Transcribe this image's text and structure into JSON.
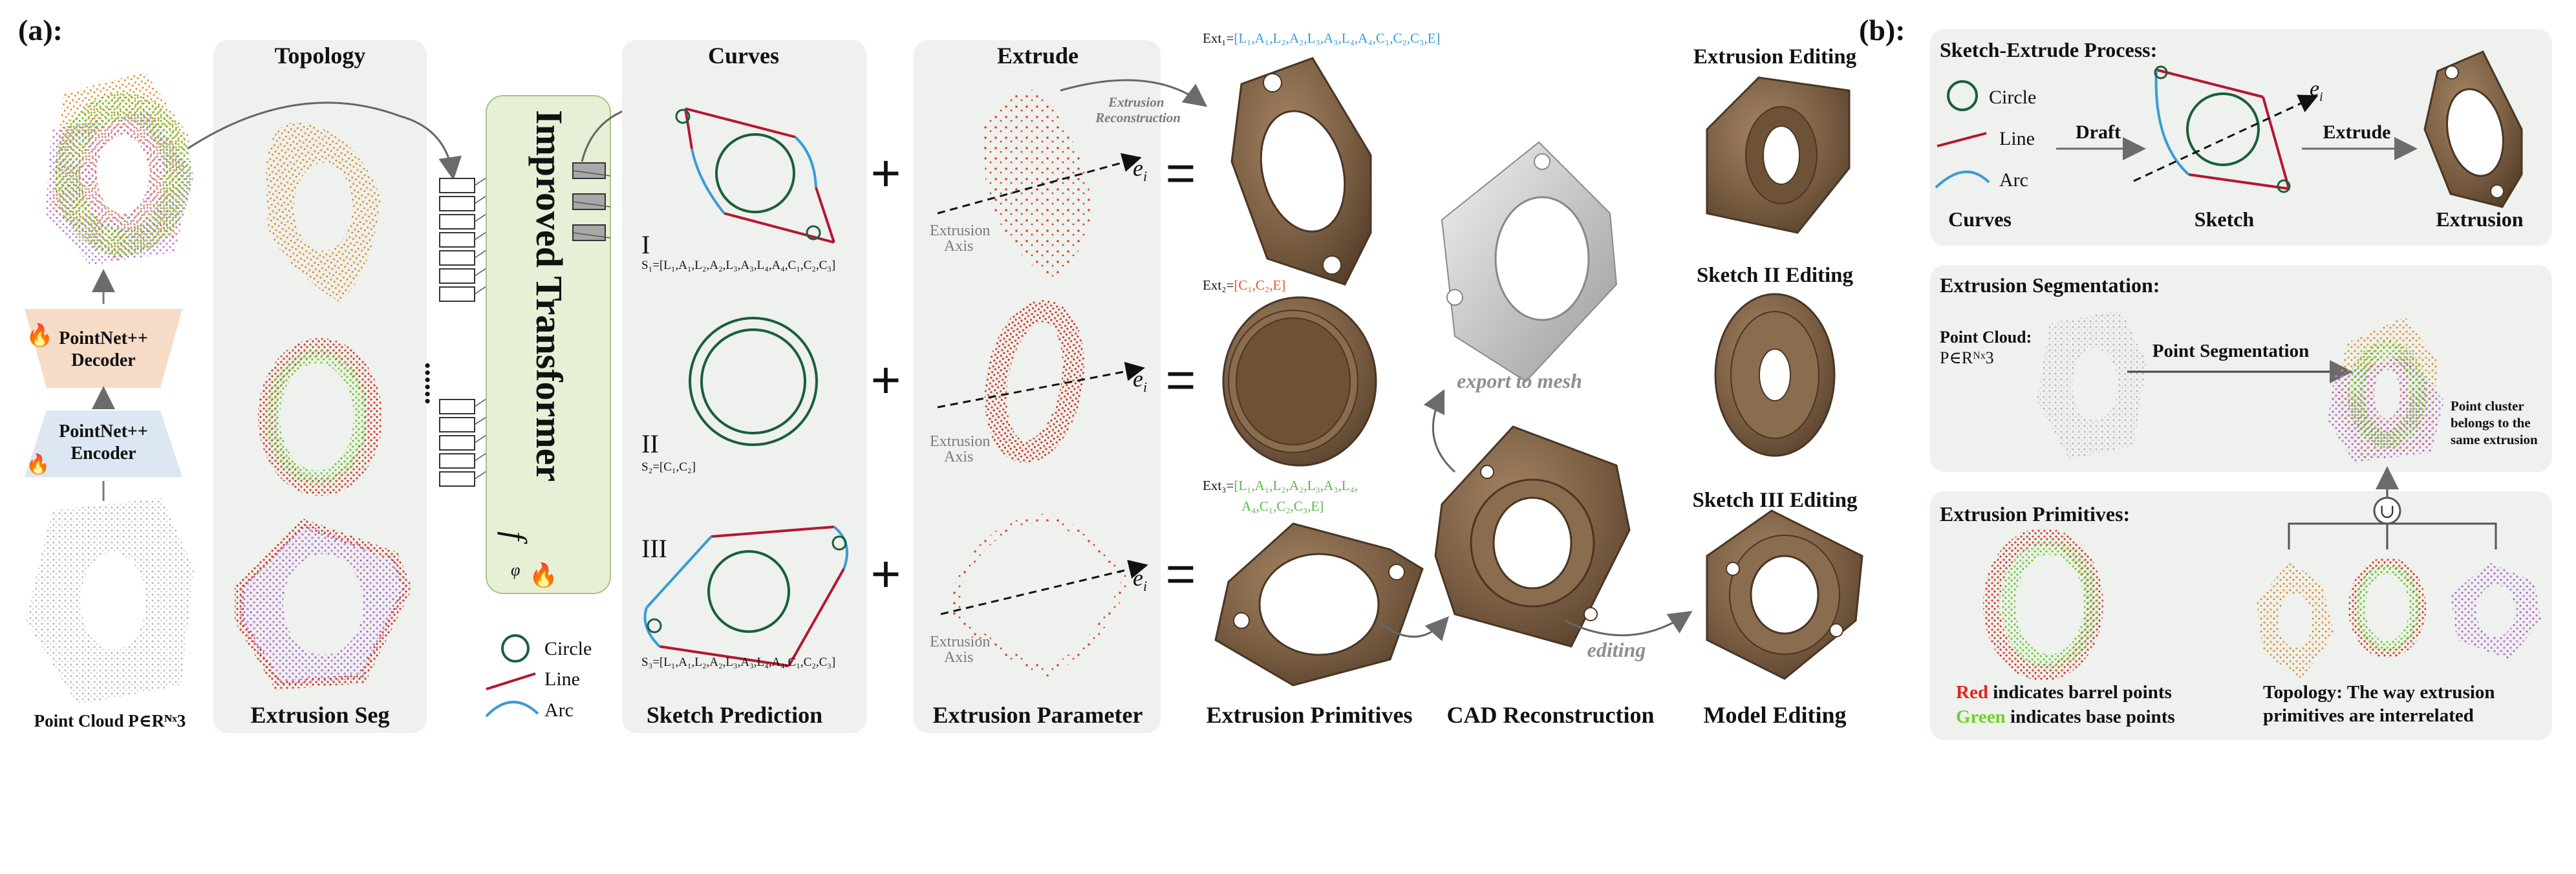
{
  "panel_a": {
    "label": "(a):",
    "point_cloud_caption": "Point Cloud P∈Rᴺˣ3",
    "decoder_title": "PointNet++",
    "decoder_subtitle": "Decoder",
    "encoder_title": "PointNet++",
    "encoder_subtitle": "Encoder",
    "topology_title": "Topology",
    "extrusion_seg_title": "Extrusion Seg",
    "transformer_title": "Improved Transformer",
    "transformer_symbol": "f",
    "transformer_sub": "φ",
    "legend": [
      {
        "label": "Circle",
        "color": "#1a5f3a"
      },
      {
        "label": "Line",
        "color": "#b5172f"
      },
      {
        "label": "Arc",
        "color": "#3a9bd6"
      }
    ],
    "curves_title": "Curves",
    "sketch_prediction_title": "Sketch Prediction",
    "sketches": [
      {
        "numeral": "I",
        "formula": "S₁=[L₁,A₁,L₂,A₂,L₃,A₃,L₄,A₄,C₁,C₂,C₃]"
      },
      {
        "numeral": "II",
        "formula": "S₂=[C₁,C₂]"
      },
      {
        "numeral": "III",
        "formula": "S₃=[L₁,A₁,L₂,A₂,L₃,A₃,L₄,A₄,C₁,C₂,C₃]"
      }
    ],
    "extrude_title": "Extrude",
    "extrusion_reconstruction_label": "Extrusion Reconstruction",
    "extrusion_axis_label": "Extrusion Axis",
    "axis_symbol": "e",
    "axis_subscript": "i",
    "extrusion_parameter_title": "Extrusion Parameter",
    "plus_sign": "+",
    "equals_sign": "=",
    "ext_formulas": [
      {
        "label": "Ext₁=",
        "body": "[L₁,A₁,L₂,A₂,L₃,A₃,L₄,A₄,C₁,C₂,C₃,E]",
        "color": "#3a9bd6"
      },
      {
        "label": "Ext₂=",
        "body": "[C₁,C₂,E]",
        "color": "#e0562a"
      },
      {
        "label": "Ext₃=",
        "body": "[L₁,A₁,L₂,A₂,L₃,A₃,L₄,",
        "body2": "A₄,C₁,C₂,C₃,E]",
        "color": "#58b84a"
      }
    ],
    "extrusion_primitives_title": "Extrusion Primitives",
    "export_to_mesh_label": "export to mesh",
    "editing_label": "editing",
    "cad_reconstruction_title": "CAD Reconstruction",
    "extrusion_editing_title": "Extrusion Editing",
    "sketch2_editing_title": "Sketch II Editing",
    "sketch3_editing_title": "Sketch III Editing",
    "model_editing_title": "Model Editing"
  },
  "panel_b": {
    "label": "(b):",
    "sketch_extrude_title": "Sketch-Extrude Process:",
    "legend": [
      {
        "label": "Circle",
        "color": "#1a5f3a"
      },
      {
        "label": "Line",
        "color": "#b5172f"
      },
      {
        "label": "Arc",
        "color": "#3a9bd6"
      }
    ],
    "draft_label": "Draft",
    "extrude_label": "Extrude",
    "curves_caption": "Curves",
    "sketch_caption": "Sketch",
    "extrusion_caption": "Extrusion",
    "segmentation_title": "Extrusion Segmentation:",
    "point_cloud_label": "Point Cloud:",
    "point_cloud_math": "P∈Rᴺˣ3",
    "point_segmentation_label": "Point Segmentation",
    "cluster_note": "Point cluster belongs to the same extrusion",
    "primitives_title": "Extrusion Primitives:",
    "union_symbol": "∪",
    "red_word": "Red",
    "red_note": " indicates barrel points",
    "green_word": "Green",
    "green_note": " indicates base points",
    "red_color": "#e0251f",
    "green_color": "#6fd12a",
    "topology_note": "Topology: The way extrusion primitives are interrelated"
  }
}
